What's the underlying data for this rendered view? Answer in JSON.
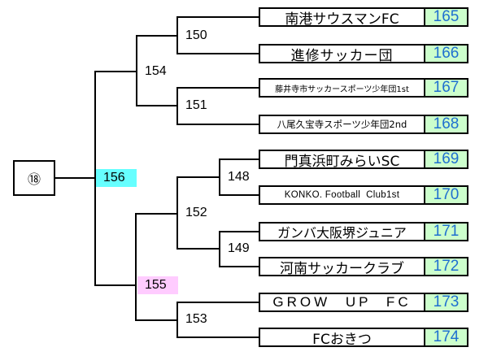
{
  "seed": "⑱",
  "teams": [
    {
      "name": "南港サウスマンFC",
      "no": "165"
    },
    {
      "name": "進修サッカー団",
      "no": "166"
    },
    {
      "name": "藤井寺市サッカースポーツ少年団1st",
      "no": "167"
    },
    {
      "name": "八尾久宝寺スポーツ少年団2nd",
      "no": "168"
    },
    {
      "name": "門真浜町みらいSC",
      "no": "169"
    },
    {
      "name": "KONKO. Football  Club1st",
      "no": "170"
    },
    {
      "name": "ガンバ大阪堺ジュニア",
      "no": "171"
    },
    {
      "name": "河南サッカークラブ",
      "no": "172"
    },
    {
      "name": "GROW UP FC",
      "no": "173"
    },
    {
      "name": "FCおきつ",
      "no": "174"
    }
  ],
  "matches": {
    "m148": "148",
    "m149": "149",
    "m150": "150",
    "m151": "151",
    "m152": "152",
    "m153": "153",
    "m154": "154",
    "m155": "155",
    "m156": "156"
  },
  "colors": {
    "m156_bg": "#66ffff",
    "m155_bg": "#ffccff",
    "team_no_bg": "#ccffcc",
    "team_no_text": "#1f6fd0"
  }
}
